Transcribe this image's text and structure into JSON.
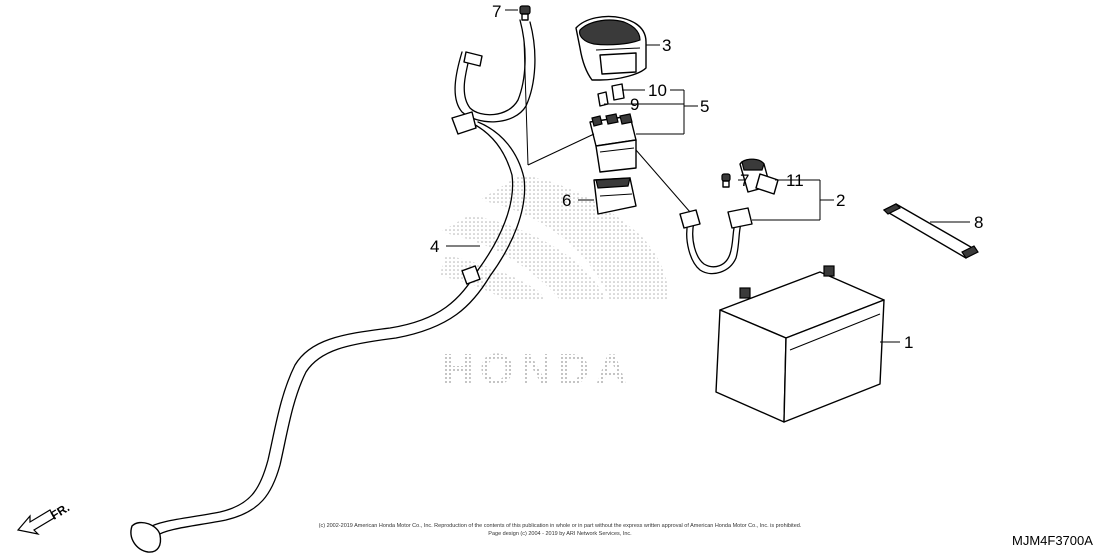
{
  "diagram": {
    "callouts": [
      {
        "id": "c7a",
        "label": "7"
      },
      {
        "id": "c3",
        "label": "3"
      },
      {
        "id": "c10",
        "label": "10"
      },
      {
        "id": "c9",
        "label": "9"
      },
      {
        "id": "c5",
        "label": "5"
      },
      {
        "id": "c6",
        "label": "6"
      },
      {
        "id": "c7b",
        "label": "7"
      },
      {
        "id": "c11",
        "label": "11"
      },
      {
        "id": "c2",
        "label": "2"
      },
      {
        "id": "c8",
        "label": "8"
      },
      {
        "id": "c4",
        "label": "4"
      },
      {
        "id": "c1",
        "label": "1"
      }
    ],
    "watermark": "HONDA",
    "direction_label": "FR.",
    "diagram_code": "MJM4F3700A",
    "copyright_line1": "(c) 2002-2019 American Honda Motor Co., Inc. Reproduction of the contents of this publication in whole or in part without the express written approval of American Honda Motor Co., Inc. is prohibited.",
    "copyright_line2": "Page design (c) 2004 - 2019 by ARI Network Services, Inc."
  }
}
